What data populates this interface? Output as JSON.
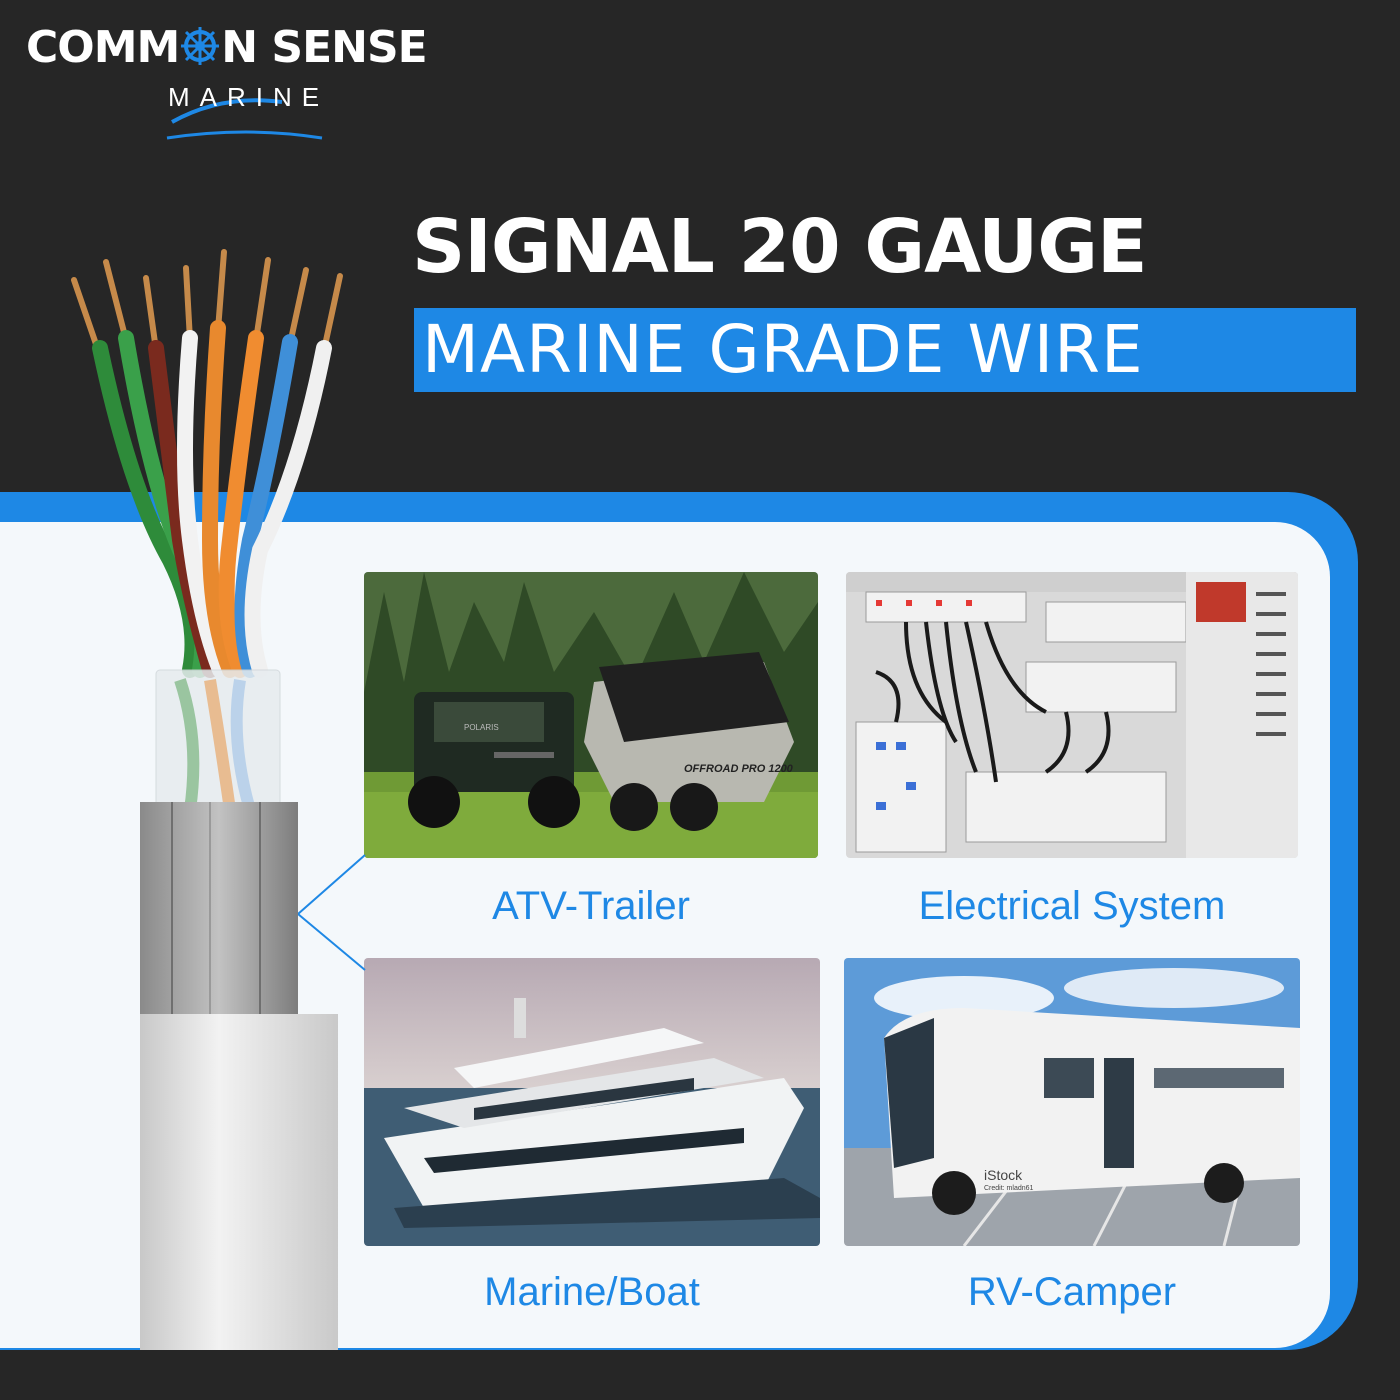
{
  "brand": {
    "name_part1": "COMM",
    "name_part2": "N SENSE",
    "sub": "MARINE"
  },
  "headline": {
    "line1": "SIGNAL 20 GAUGE",
    "line2": "MARINE GRADE WIRE"
  },
  "applications": [
    {
      "label": "ATV-Trailer",
      "trailer_text": "OFFROAD PRO 1200",
      "vehicle_badge": "POLARIS"
    },
    {
      "label": "Electrical System"
    },
    {
      "label": "Marine/Boat"
    },
    {
      "label": "RV-Camper",
      "watermark_line1": "iStock",
      "watermark_line2": "Credit: mladn61"
    }
  ],
  "colors": {
    "background": "#262626",
    "accent_blue": "#1e88e5",
    "panel": "#f4f8fb",
    "text": "#ffffff"
  }
}
